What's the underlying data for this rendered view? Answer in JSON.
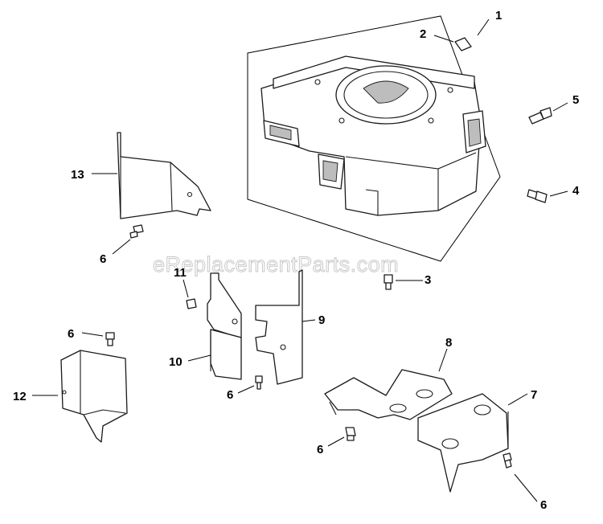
{
  "watermark": "eReplacementParts.com",
  "callouts": [
    {
      "id": "c1",
      "label": "1"
    },
    {
      "id": "c2",
      "label": "2"
    },
    {
      "id": "c3",
      "label": "3"
    },
    {
      "id": "c4",
      "label": "4"
    },
    {
      "id": "c5",
      "label": "5"
    },
    {
      "id": "c6a",
      "label": "6"
    },
    {
      "id": "c6b",
      "label": "6"
    },
    {
      "id": "c6c",
      "label": "6"
    },
    {
      "id": "c6d",
      "label": "6"
    },
    {
      "id": "c6e",
      "label": "6"
    },
    {
      "id": "c7",
      "label": "7"
    },
    {
      "id": "c8",
      "label": "8"
    },
    {
      "id": "c9",
      "label": "9"
    },
    {
      "id": "c10",
      "label": "10"
    },
    {
      "id": "c11",
      "label": "11"
    },
    {
      "id": "c12",
      "label": "12"
    },
    {
      "id": "c13",
      "label": "13"
    }
  ]
}
